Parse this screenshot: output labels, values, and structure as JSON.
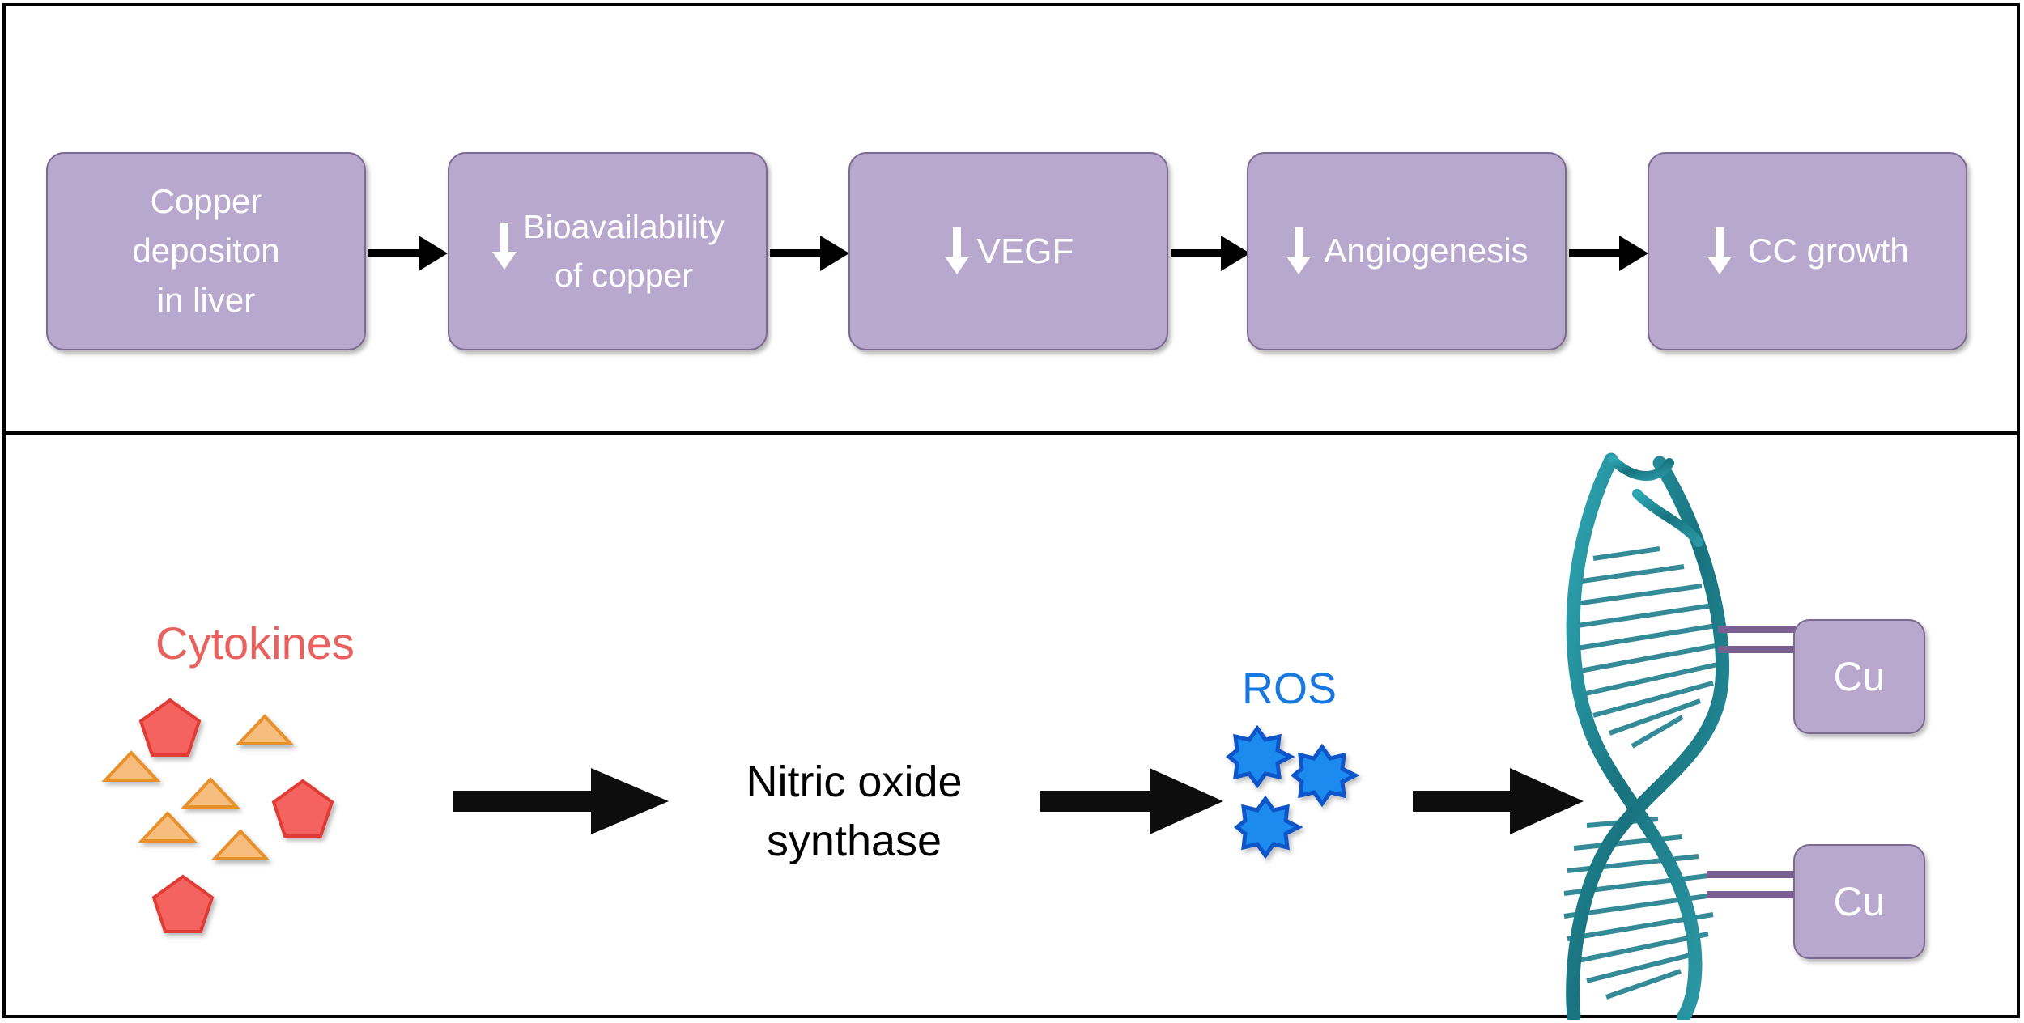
{
  "figure": {
    "panels": [
      {
        "id": "top-panel",
        "name": "copper-deposition-pathway",
        "nodes": [
          {
            "id": "n1",
            "label": "Copper\ndepositon\nin liver",
            "down_arrow": false
          },
          {
            "id": "n2",
            "label": "Bioavailability\nof copper",
            "down_arrow": true
          },
          {
            "id": "n3",
            "label": "VEGF",
            "down_arrow": true
          },
          {
            "id": "n4",
            "label": "Angiogenesis",
            "down_arrow": true
          },
          {
            "id": "n5",
            "label": "CC growth",
            "down_arrow": true
          }
        ],
        "connectors": [
          "arrow-right",
          "arrow-right",
          "arrow-right",
          "arrow-right"
        ]
      },
      {
        "id": "bottom-panel",
        "name": "cytokine-ros-dna-pathway",
        "labels": {
          "cytokines": "Cytokines",
          "nitric_oxide_synthase": "Nitric oxide\nsynthase",
          "ros": "ROS",
          "cu_top": "Cu",
          "cu_bottom": "Cu"
        },
        "shape_counts": {
          "pentagons": 3,
          "triangles": 5,
          "ros_bursts": 3
        },
        "connectors": [
          "arrow-right",
          "arrow-right",
          "arrow-right"
        ],
        "dna": "dna-double-helix"
      }
    ]
  },
  "colors": {
    "box_fill": "#b9a8ce",
    "box_border": "#7c6a93",
    "box_text": "#ffffff",
    "cytokines_label": "#e8615f",
    "ros_label": "#1878e0",
    "pentagon_fill": "#f4645e",
    "pentagon_border": "#e03b34",
    "triangle_fill": "#f6bd7f",
    "triangle_border": "#e8902a",
    "burst_fill": "#1e8bf0",
    "burst_border": "#1054c8",
    "dna_strand": "#1f7e8c",
    "connector_line": "#7a5f92",
    "arrow": "#000000",
    "frame": "#000000"
  }
}
